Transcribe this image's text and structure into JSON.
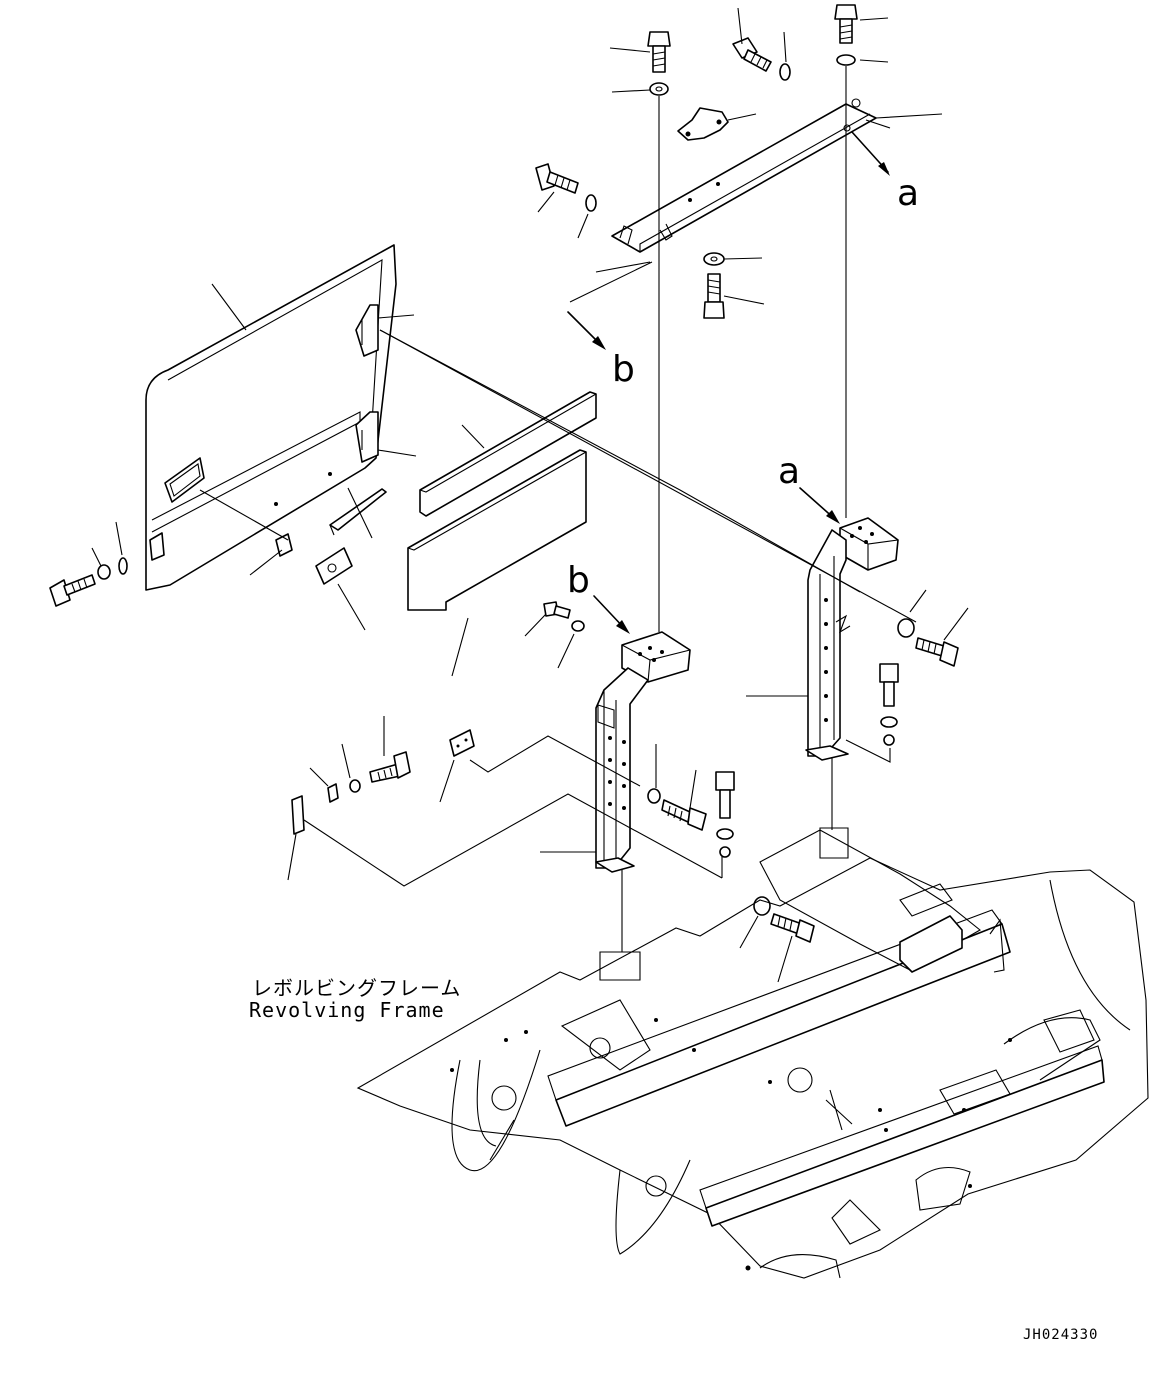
{
  "diagram": {
    "frame_label_jp": "レボルビングフレーム",
    "frame_label_en": "Revolving Frame",
    "drawing_code": "JH024330",
    "reference_marks": [
      "a",
      "b",
      "a",
      "b"
    ]
  }
}
